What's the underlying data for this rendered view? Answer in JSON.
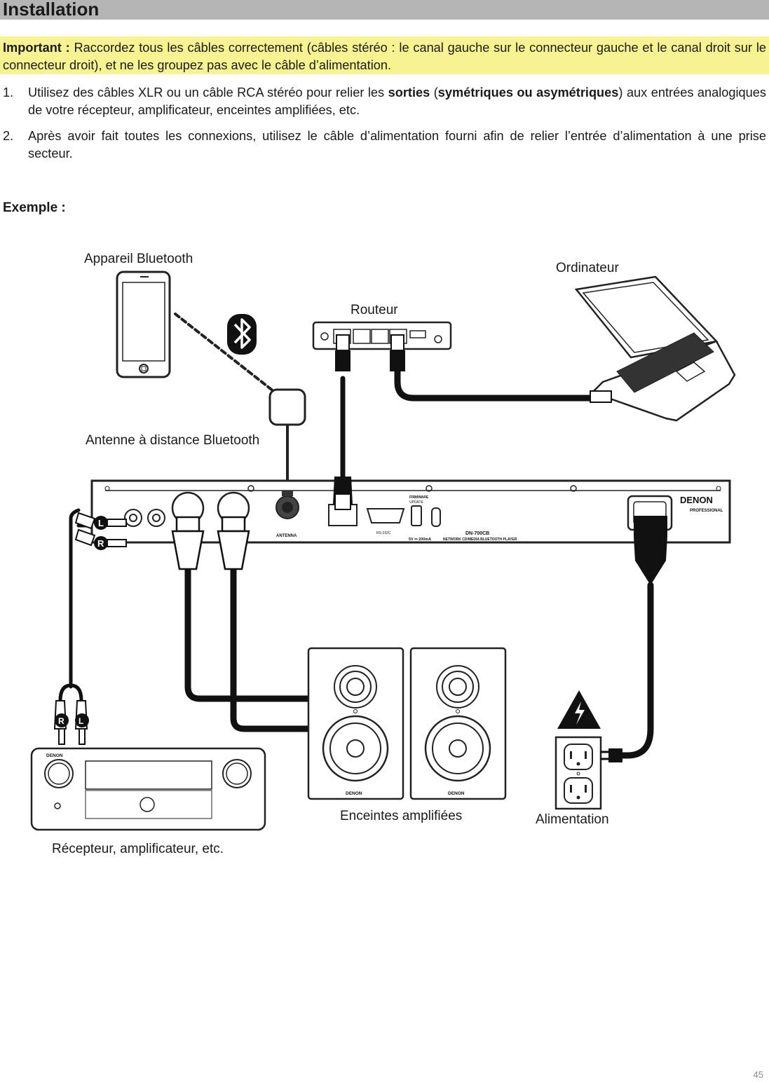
{
  "section": {
    "title": "Installation"
  },
  "important": {
    "label": "Important :",
    "text": " Raccordez tous les câbles correctement (câbles stéréo : le canal gauche sur le connecteur gauche et le canal droit sur le connecteur droit), et ne les groupez pas avec le câble d’alimentation."
  },
  "steps": [
    {
      "num": "1.",
      "parts": [
        "Utilisez des câbles XLR ou un câble RCA stéréo pour relier les ",
        "sorties",
        " (",
        "symétriques ou asymétriques",
        ") aux entrées analogiques de votre récepteur, amplificateur, enceintes amplifiées, etc."
      ]
    },
    {
      "num": "2.",
      "text": "Après avoir fait toutes les connexions, utilisez le câble d’alimentation fourni afin de relier l’entrée d’alimentation à une prise secteur."
    }
  ],
  "example_heading": "Exemple :",
  "diagram": {
    "labels": {
      "bluetooth_device": "Appareil Bluetooth",
      "computer": "Ordinateur",
      "router": "Routeur",
      "bt_antenna": "Antenne à distance Bluetooth",
      "speakers": "Enceintes amplifiées",
      "receiver": "Récepteur, amplificateur, etc.",
      "power": "Alimentation"
    },
    "device": {
      "brand": "DENON",
      "brand_sub": "PROFESSIONAL",
      "model": "DN-700CB",
      "model_desc": "NETWORK CD/MEDIA BLUETOOTH PLAYER",
      "antenna_label": "ANTENNA",
      "rs232_label": "RS-232C",
      "firmware_label": "FIRMWARE",
      "update_label": "UPDATE",
      "usb_label": "5V ⎓ 200mA"
    },
    "rca_labels": {
      "left": "L",
      "right": "R"
    },
    "speaker_brand": "DENON",
    "receiver_brand": "DENON"
  },
  "page_number": "45"
}
